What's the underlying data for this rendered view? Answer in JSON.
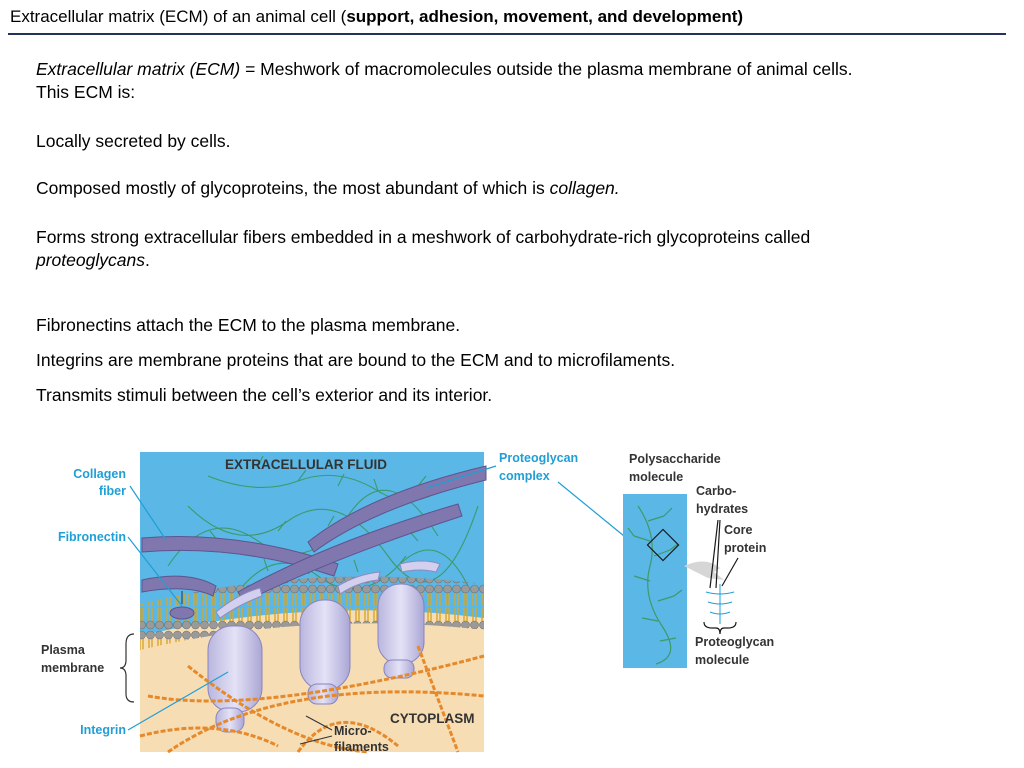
{
  "slide": {
    "title_plain": "Extracellular matrix (ECM) of an animal cell (",
    "title_bold": "support, adhesion, movement, and development)"
  },
  "definition": {
    "term": "Extracellular matrix (ECM)",
    "rest_line1": " = Meshwork of macromolecules outside the plasma membrane of animal cells.",
    "line2": "This ECM is:"
  },
  "points": {
    "secreted": "Locally secreted by cells.",
    "composed_pre": "Composed mostly of glycoproteins, the most abundant of which is ",
    "composed_term": "collagen.",
    "fibers_line1": "Forms strong extracellular fibers embedded in a meshwork of carbohydrate-rich glycoproteins called",
    "fibers_term": "proteoglycans",
    "fibers_end": ".",
    "fibronectins": "Fibronectins attach the ECM to the plasma membrane.",
    "integrins": "Integrins are membrane proteins that are bound to the ECM and to microfilaments.",
    "transmits": "Transmits stimuli between the cell’s exterior and its interior."
  },
  "figure": {
    "extracellular_fluid": "EXTRACELLULAR FLUID",
    "cytoplasm": "CYTOPLASM",
    "collagen_1": "Collagen",
    "collagen_2": "fiber",
    "fibronectin": "Fibronectin",
    "plasma_1": "Plasma",
    "plasma_2": "membrane",
    "integrin": "Integrin",
    "micro_1": "Micro-",
    "micro_2": "filaments",
    "proteoglycan_complex_1": "Proteoglycan",
    "proteoglycan_complex_2": "complex",
    "polysaccharide_1": "Polysaccharide",
    "polysaccharide_2": "molecule",
    "carbo_1": "Carbo-",
    "carbo_2": "hydrates",
    "core_1": "Core",
    "core_2": "protein",
    "pg_molecule_1": "Proteoglycan",
    "pg_molecule_2": "molecule"
  },
  "colors": {
    "fluid": "#5ab7e6",
    "cytoplasm": "#f7ddb4",
    "collagen": "#7f77ad",
    "integrin": "#cfcdea",
    "filaments": "#e5892a",
    "proteoglycan": "#3d9a6a",
    "label_blue": "#1f9fd6",
    "title_rule": "#23335a"
  }
}
